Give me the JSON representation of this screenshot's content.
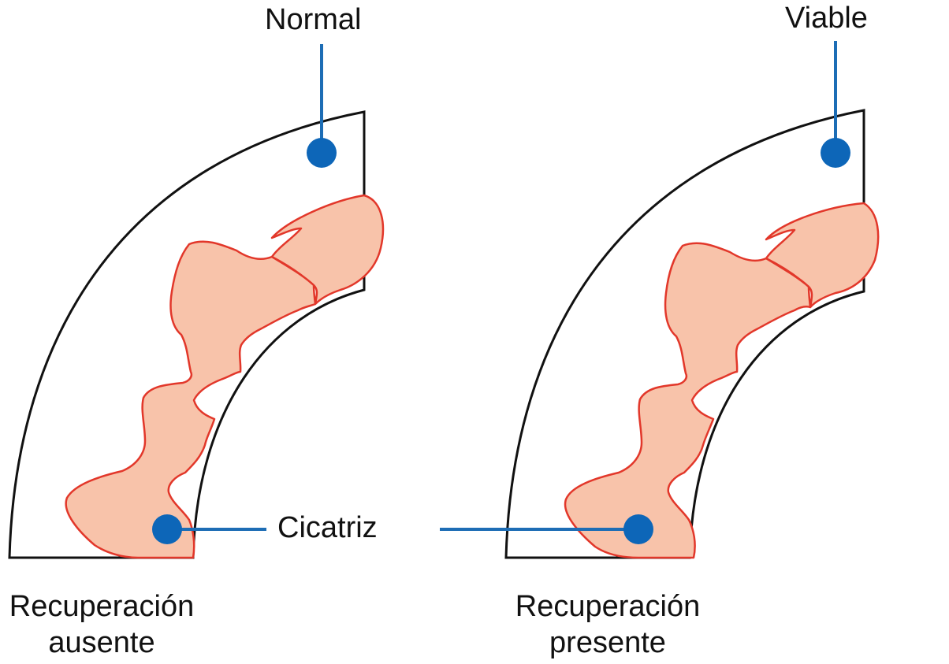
{
  "labels": {
    "normal": "Normal",
    "viable": "Viable",
    "scar": "Cicatriz"
  },
  "captions": {
    "left": [
      "Recuperación",
      "ausente"
    ],
    "right": [
      "Recuperación",
      "presente"
    ]
  },
  "colors": {
    "outline": "#111111",
    "scar_fill": "#f8c3aa",
    "scar_stroke": "#e2372a",
    "marker": "#0d66b8",
    "leader": "#1d6db5"
  }
}
